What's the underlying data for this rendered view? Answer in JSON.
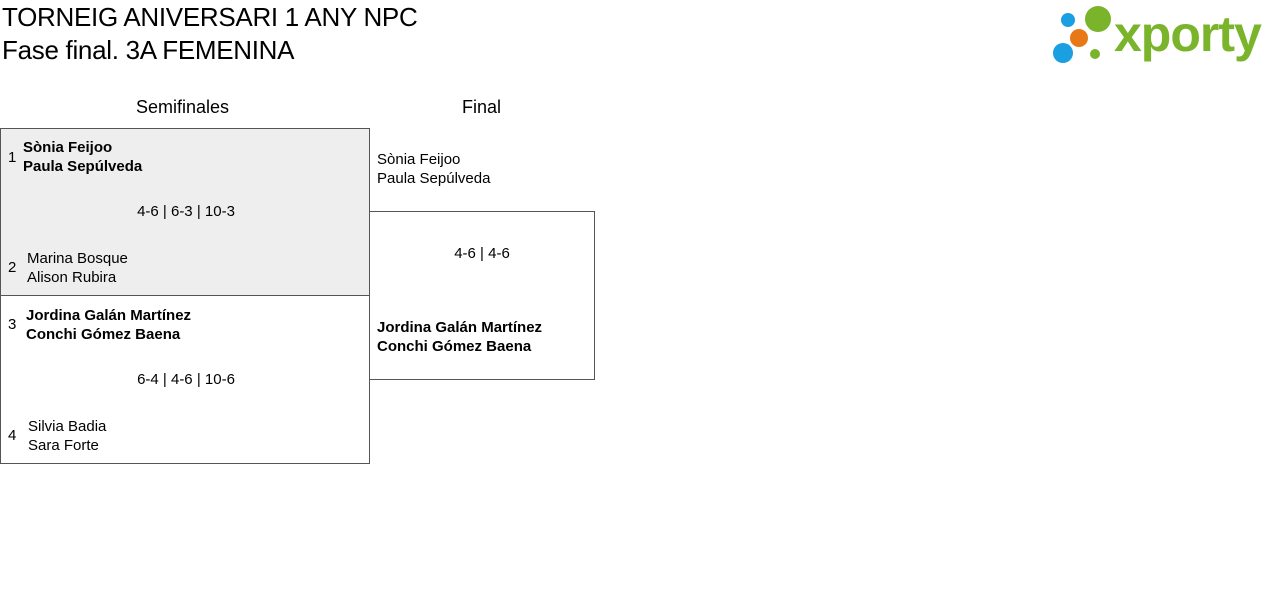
{
  "header": {
    "title": "TORNEIG ANIVERSARI 1 ANY NPC",
    "subtitle": "Fase final. 3A FEMENINA",
    "logo_text": "xporty"
  },
  "colors": {
    "logo_green": "#7ab42a",
    "logo_blue": "#1a9fe0",
    "logo_orange": "#e87817",
    "shaded_match": "#eeeeee"
  },
  "rounds": {
    "semifinal_label": "Semifinales",
    "final_label": "Final"
  },
  "semifinals": [
    {
      "top": {
        "seed": "1",
        "player1": "Sònia Feijoo",
        "player2": "Paula Sepúlveda"
      },
      "score": "4-6 | 6-3 | 10-3",
      "bottom": {
        "seed": "2",
        "player1": "Marina Bosque",
        "player2": "Alison Rubira"
      }
    },
    {
      "top": {
        "seed": "3",
        "player1": "Jordina Galán Martínez",
        "player2": "Conchi Gómez Baena"
      },
      "score": "6-4 | 4-6 | 10-6",
      "bottom": {
        "seed": "4",
        "player1": "Silvia Badia",
        "player2": "Sara Forte"
      }
    }
  ],
  "final": {
    "top": {
      "player1": "Sònia Feijoo",
      "player2": "Paula Sepúlveda"
    },
    "score": "4-6 | 4-6",
    "bottom": {
      "player1": "Jordina Galán Martínez",
      "player2": "Conchi Gómez Baena"
    }
  }
}
